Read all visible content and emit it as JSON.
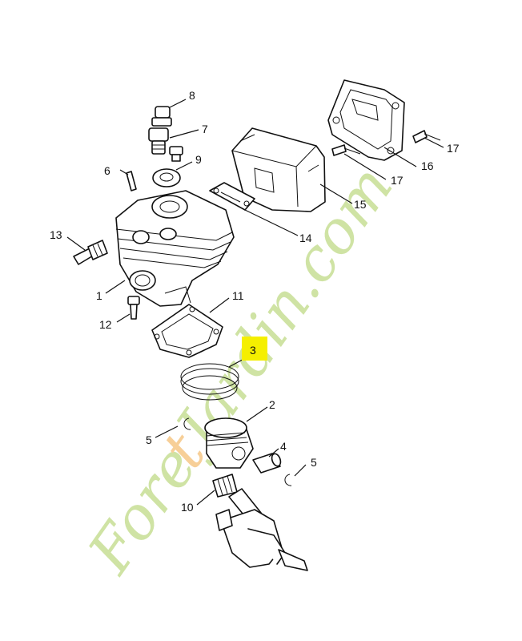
{
  "diagram": {
    "labels": {
      "l1": "1",
      "l2": "2",
      "l3": "3",
      "l4": "4",
      "l5a": "5",
      "l5b": "5",
      "l6": "6",
      "l7": "7",
      "l8": "8",
      "l9": "9",
      "l10": "10",
      "l11": "11",
      "l12": "12",
      "l13": "13",
      "l14": "14",
      "l15": "15",
      "l16": "16",
      "l17a": "17",
      "l17b": "17"
    },
    "highlight_label": "3",
    "highlight_color": "#f5ef00"
  },
  "watermark": {
    "text_a": "Fore",
    "text_b": "t",
    "text_c": "Jardin.com",
    "color_green": "#cfe3a4",
    "color_orange": "#f7cf98"
  }
}
